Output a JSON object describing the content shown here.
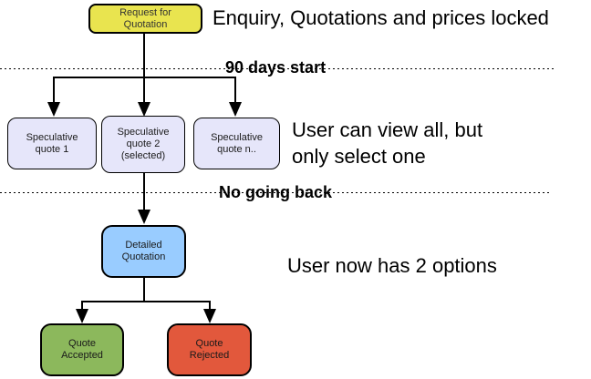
{
  "colors": {
    "request": "#e9e44f",
    "speculative": "#e6e6fa",
    "detailed": "#99ccff",
    "accepted": "#8cb85c",
    "rejected": "#e2583c"
  },
  "nodes": {
    "request": [
      "Request for",
      "Quotation"
    ],
    "spec1": [
      "Speculative",
      "quote 1"
    ],
    "spec2": [
      "Speculative",
      "quote 2",
      "(selected)"
    ],
    "specn": [
      "Speculative",
      "quote n.."
    ],
    "detailed": [
      "Detailed",
      "Quotation"
    ],
    "accepted": [
      "Quote",
      "Accepted"
    ],
    "rejected": [
      "Quote",
      "Rejected"
    ]
  },
  "milestones": {
    "first": "90 days start",
    "second": "No going back"
  },
  "notes": {
    "top": "Enquiry, Quotations and prices locked",
    "middle1": "User can view all, but",
    "middle2": "only select one",
    "bottom": "User now has 2 options"
  }
}
